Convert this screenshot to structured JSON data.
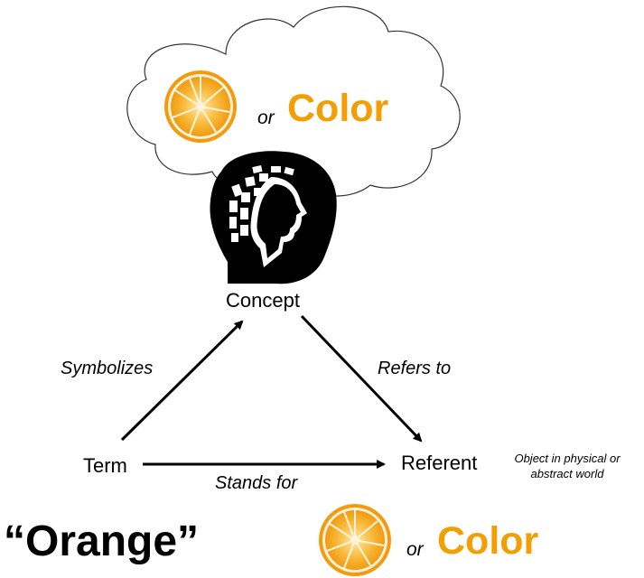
{
  "diagram": {
    "nodes": {
      "concept": "Concept",
      "term": "Term",
      "referent": "Referent"
    },
    "edges": {
      "symbolizes": "Symbolizes",
      "refers_to": "Refers to",
      "stands_for": "Stands for"
    },
    "thought_cloud": {
      "or_text": "or",
      "color_word": "Color"
    },
    "bottom": {
      "term_word": "“Orange”",
      "or_text": "or",
      "color_word": "Color"
    },
    "referent_note": {
      "line1": "Object in physical or",
      "line2": "abstract world"
    },
    "colors": {
      "accent_orange": "#F29F05",
      "orange_rind": "#F5A00F",
      "orange_flesh": "#F7B733",
      "ink": "#000000"
    },
    "icons": [
      "orange-slice-icon",
      "head-brain-icon",
      "cloud-shape"
    ]
  }
}
